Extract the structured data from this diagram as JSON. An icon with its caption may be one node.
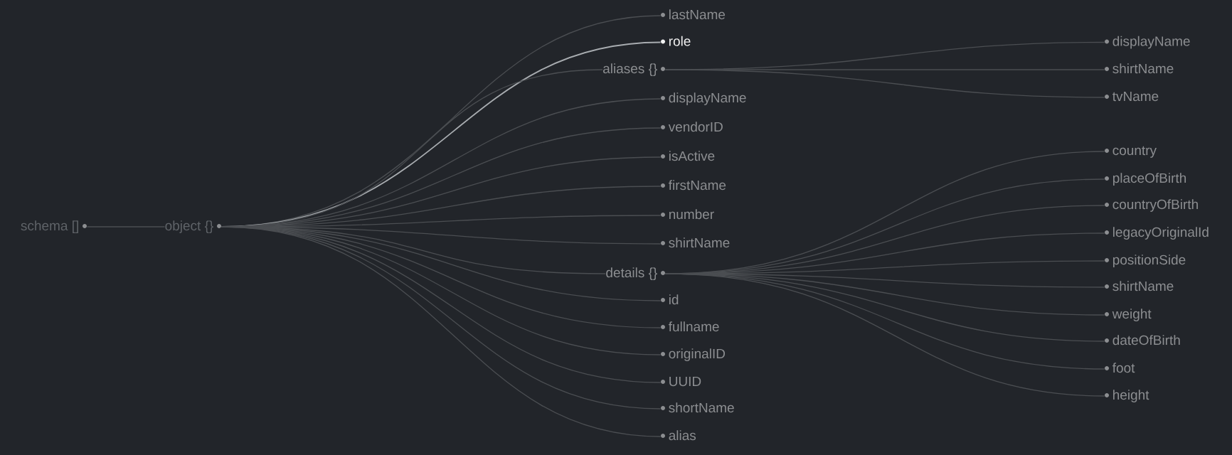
{
  "diagram": {
    "nodes": [
      {
        "text": [
          "schema []"
        ]
      },
      {
        "text": [
          "object {}"
        ]
      },
      {
        "text": [
          "lastName"
        ]
      },
      {
        "text": [
          "role"
        ]
      },
      {
        "text": [
          "aliases {}"
        ]
      },
      {
        "text": [
          "displayName"
        ]
      },
      {
        "text": [
          "vendorID"
        ]
      },
      {
        "text": [
          "isActive"
        ]
      },
      {
        "text": [
          "firstName"
        ]
      },
      {
        "text": [
          "number"
        ]
      },
      {
        "text": [
          "shirtName"
        ]
      },
      {
        "text": [
          "details {}"
        ]
      },
      {
        "text": [
          "id"
        ]
      },
      {
        "text": [
          "fullname"
        ]
      },
      {
        "text": [
          "originalID"
        ]
      },
      {
        "text": [
          "UUID"
        ]
      },
      {
        "text": [
          "shortName"
        ]
      },
      {
        "text": [
          "alias"
        ]
      },
      {
        "text": [
          "displayName"
        ]
      },
      {
        "text": [
          "shirtName"
        ]
      },
      {
        "text": [
          "tvName"
        ]
      },
      {
        "text": [
          "country"
        ]
      },
      {
        "text": [
          "placeOfBirth"
        ]
      },
      {
        "text": [
          "countryOfBirth"
        ]
      },
      {
        "text": [
          "legacyOriginalId"
        ]
      },
      {
        "text": [
          "positionSide"
        ]
      },
      {
        "text": [
          "shirtName"
        ]
      },
      {
        "text": [
          "weight"
        ]
      },
      {
        "text": [
          "dateOfBirth"
        ]
      },
      {
        "text": [
          "foot"
        ]
      },
      {
        "text": [
          "height"
        ]
      }
    ],
    "edges": [
      {
        "from": 0,
        "to": 1,
        "arrow": "none"
      },
      {
        "from": 1,
        "to": 2,
        "arrow": "none"
      },
      {
        "from": 1,
        "to": 3,
        "arrow": "none",
        "color": "#a9adb1"
      },
      {
        "from": 1,
        "to": 4,
        "arrow": "none"
      },
      {
        "from": 1,
        "to": 5,
        "arrow": "none"
      },
      {
        "from": 1,
        "to": 6,
        "arrow": "none"
      },
      {
        "from": 1,
        "to": 7,
        "arrow": "none"
      },
      {
        "from": 1,
        "to": 8,
        "arrow": "none"
      },
      {
        "from": 1,
        "to": 9,
        "arrow": "none"
      },
      {
        "from": 1,
        "to": 10,
        "arrow": "none"
      },
      {
        "from": 1,
        "to": 11,
        "arrow": "none"
      },
      {
        "from": 1,
        "to": 12,
        "arrow": "none"
      },
      {
        "from": 1,
        "to": 13,
        "arrow": "none"
      },
      {
        "from": 1,
        "to": 14,
        "arrow": "none"
      },
      {
        "from": 1,
        "to": 15,
        "arrow": "none"
      },
      {
        "from": 1,
        "to": 16,
        "arrow": "none"
      },
      {
        "from": 1,
        "to": 17,
        "arrow": "none"
      },
      {
        "from": 4,
        "to": 18,
        "arrow": "none"
      },
      {
        "from": 4,
        "to": 19,
        "arrow": "none"
      },
      {
        "from": 4,
        "to": 20,
        "arrow": "none"
      },
      {
        "from": 11,
        "to": 21,
        "arrow": "none"
      },
      {
        "from": 11,
        "to": 22,
        "arrow": "none"
      },
      {
        "from": 11,
        "to": 23,
        "arrow": "none"
      },
      {
        "from": 11,
        "to": 24,
        "arrow": "none"
      },
      {
        "from": 11,
        "to": 25,
        "arrow": "none"
      },
      {
        "from": 11,
        "to": 26,
        "arrow": "none"
      },
      {
        "from": 11,
        "to": 27,
        "arrow": "none"
      },
      {
        "from": 11,
        "to": 28,
        "arrow": "none"
      },
      {
        "from": 11,
        "to": 29,
        "arrow": "none"
      },
      {
        "from": 11,
        "to": 30,
        "arrow": "none"
      }
    ]
  }
}
